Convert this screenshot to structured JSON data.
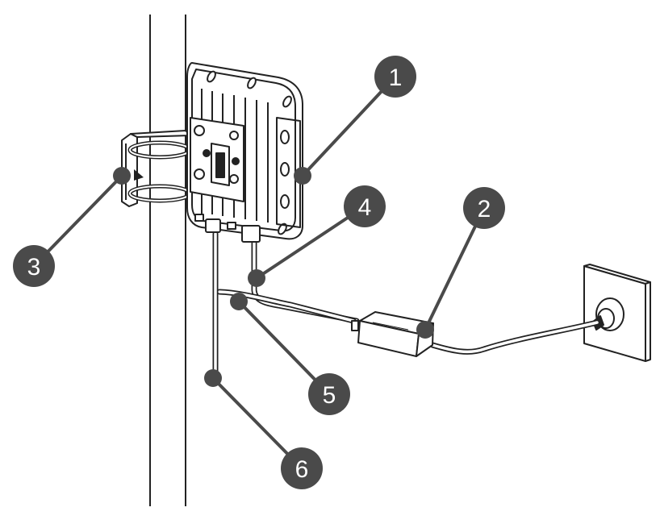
{
  "callouts": {
    "c1": "1",
    "c2": "2",
    "c3": "3",
    "c4": "4",
    "c5": "5",
    "c6": "6"
  },
  "colors": {
    "line": "#222222",
    "callout_fill": "#4a4a4a",
    "callout_text": "#ffffff",
    "cable_fill": "#ffffff",
    "adapter_fill": "#ffffff"
  }
}
